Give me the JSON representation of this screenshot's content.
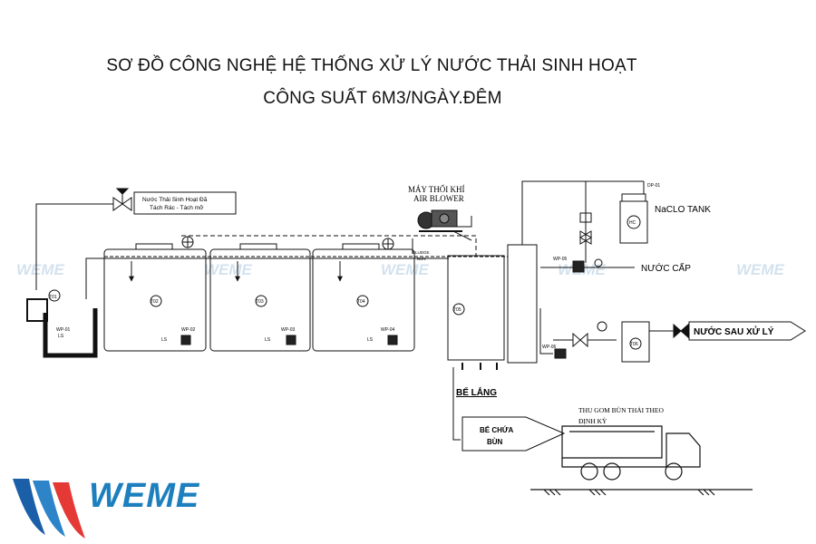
{
  "title": {
    "line1": "SƠ ĐỒ CÔNG NGHỆ HỆ THỐNG XỬ LÝ NƯỚC THẢI SINH HOẠT",
    "line2": "CÔNG SUẤT 6M3/NGÀY.ĐÊM"
  },
  "labels": {
    "inlet_line1": "Nước Thải Sinh Hoạt Đã",
    "inlet_line2": "Tách Rác - Tách mỡ",
    "blower_vn": "MÁY THỔI KHÍ",
    "blower_en": "AIR BLOWER",
    "sludge_line1": "SLUDGE",
    "sludge_line2": "BÙN",
    "naclo_tank": "NaCLO TANK",
    "hc": "HC",
    "dp01": "DP-01",
    "nuoc_cap": "NƯỚC CẤP",
    "nuoc_sau_xu_ly": "NƯỚC SAU XỬ LÝ",
    "be_lang": "BỂ LẮNG",
    "be_chua_bun_line1": "BỂ CHỨA",
    "be_chua_bun_line2": "BÙN",
    "thu_gom_line1": "THU GOM BÙN THẢI THEO",
    "thu_gom_line2": "ĐỊNH KỲ",
    "tank_t01": "T01",
    "tank_t02": "T02",
    "tank_t03": "T03",
    "tank_t04": "T04",
    "tank_t05": "T05",
    "tank_t06": "T06",
    "wp01": "WP-01",
    "wp02": "WP-02",
    "wp03": "WP-03",
    "wp04": "WP-04",
    "wp05": "WP-05",
    "wp06": "WP-06",
    "ls": "LS"
  },
  "watermark": {
    "text": "WEME"
  },
  "logo": {
    "text": "WEME",
    "color": "#1d7fbd"
  }
}
